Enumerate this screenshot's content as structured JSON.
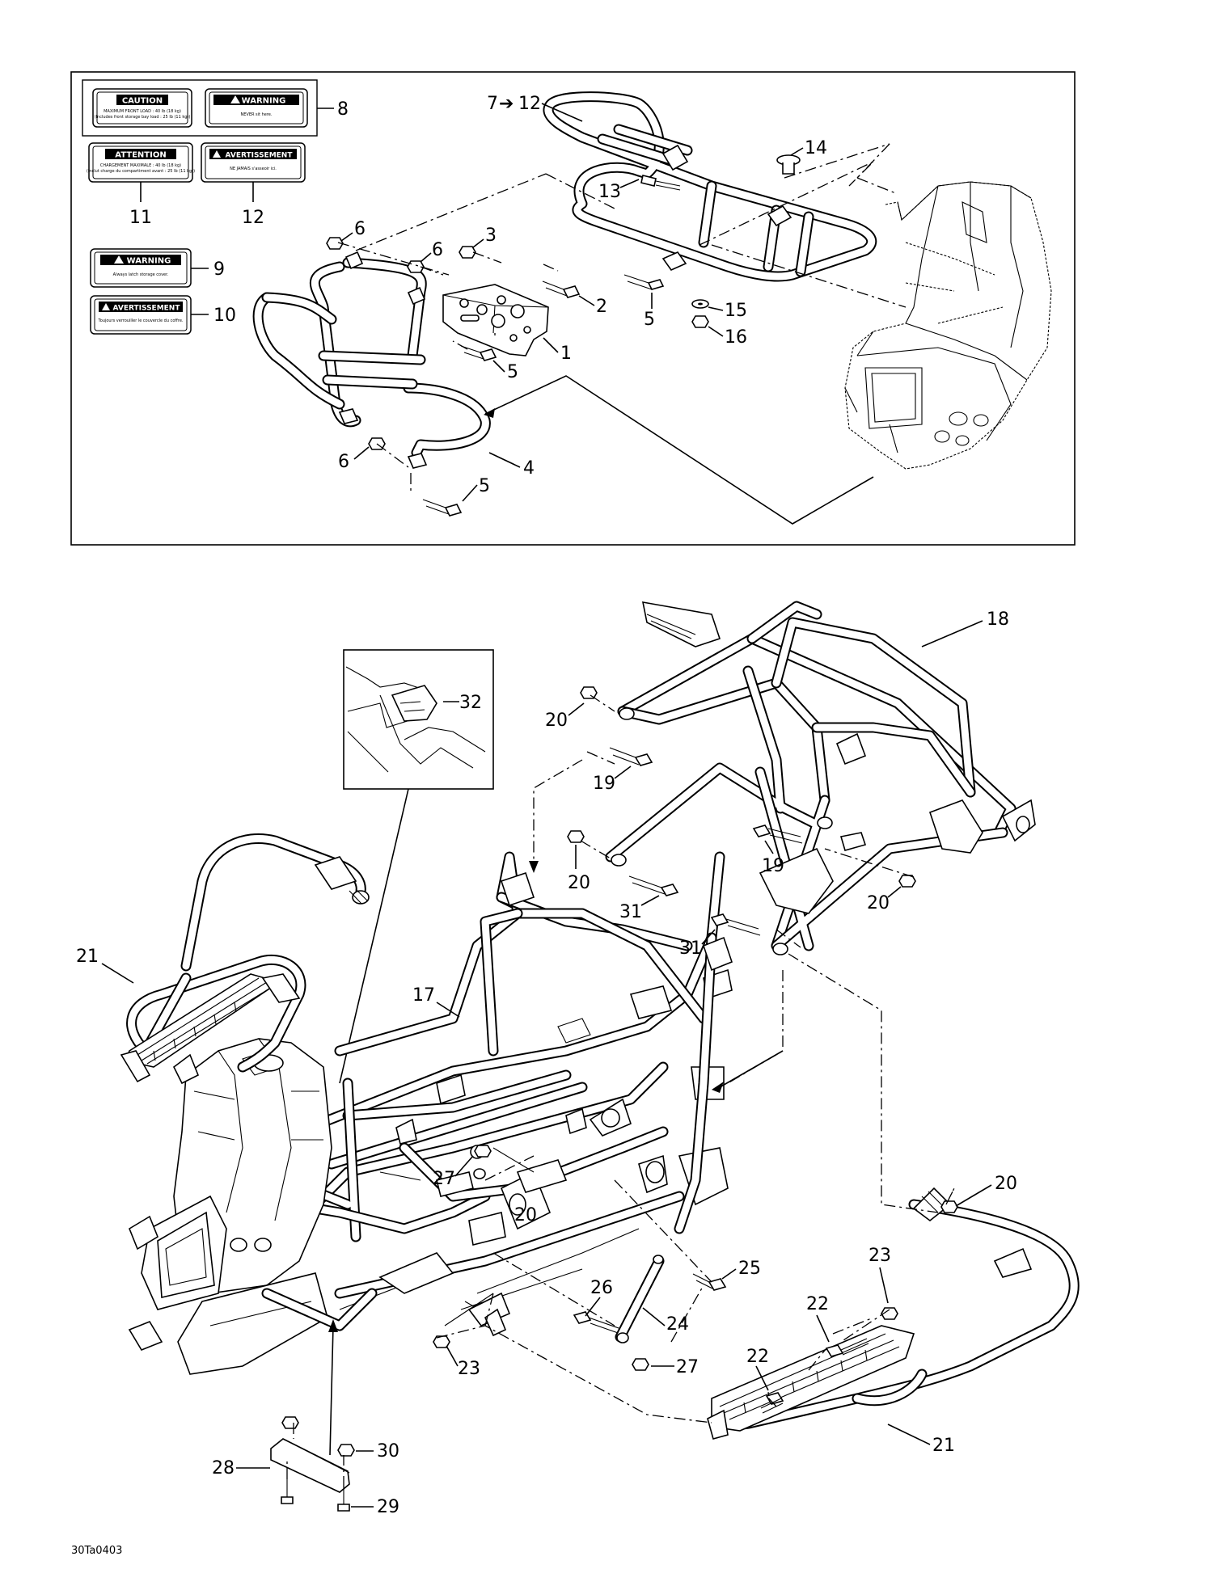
{
  "decals": {
    "caution": {
      "title": "CAUTION",
      "line1": "MAXIMUM FRONT LOAD : 40 lb (18 kg)",
      "line2": "(Includes front storage bay load : 25 lb (11 kg))"
    },
    "warning": {
      "title": "WARNING",
      "line1": "NEVER sit here."
    },
    "attention": {
      "title": "ATTENTION",
      "line1": "CHARGEMENT MAXIMALE : 40 lb (18 kg)",
      "line2": "(Inclut charge du compartiment avant : 25 lb (11 kg))"
    },
    "avertissement": {
      "title": "AVERTISSEMENT",
      "line1": "NE JAMAIS s'asseoir ici."
    },
    "warning_storage": {
      "title": "WARNING",
      "line1": "Always latch storage cover."
    },
    "avertissement_storage": {
      "title": "AVERTISSEMENT",
      "line1": "Toujours verrouiller le couvercle du coffre."
    }
  },
  "callouts": {
    "c1": "1",
    "c2": "2",
    "c3": "3",
    "c4": "4",
    "c5a": "5",
    "c5b": "5",
    "c5c": "5",
    "c6a": "6",
    "c6b": "6",
    "c6c": "6",
    "c7": "7",
    "c7arrow": "➔",
    "c7to": "12",
    "c8": "8",
    "c9": "9",
    "c10": "10",
    "c11": "11",
    "c12": "12",
    "c13": "13",
    "c14": "14",
    "c15": "15",
    "c16": "16",
    "c17": "17",
    "c18": "18",
    "c19a": "19",
    "c19b": "19",
    "c20a": "20",
    "c20b": "20",
    "c20c": "20",
    "c20d": "20",
    "c20e": "20",
    "c21a": "21",
    "c21b": "21",
    "c22a": "22",
    "c22b": "22",
    "c23a": "23",
    "c23b": "23",
    "c24": "24",
    "c25": "25",
    "c26": "26",
    "c27a": "27",
    "c27b": "27",
    "c28": "28",
    "c29": "29",
    "c30": "30",
    "c31a": "31",
    "c31b": "31",
    "c32": "32"
  },
  "figure_ref": "30Ta0403"
}
